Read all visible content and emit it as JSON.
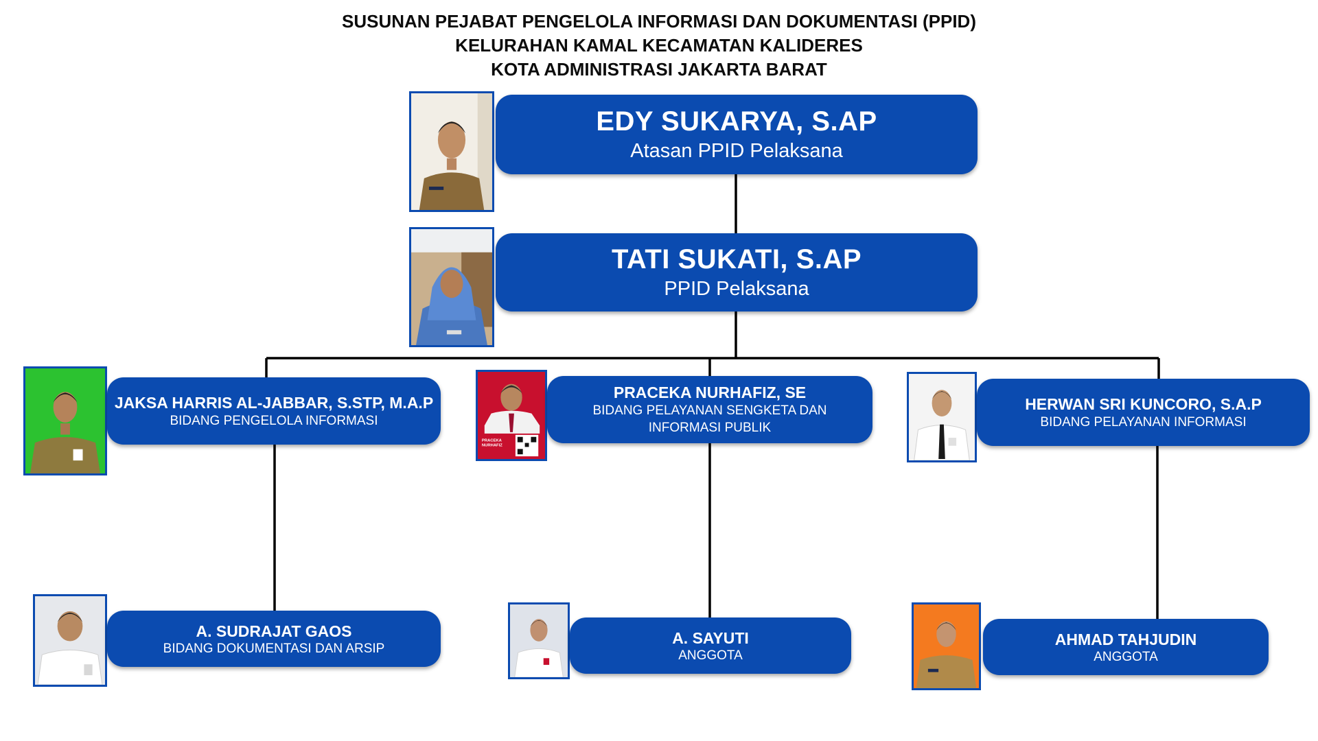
{
  "header": {
    "line1": "SUSUNAN PEJABAT PENGELOLA INFORMASI DAN DOKUMENTASI (PPID)",
    "line2": "KELURAHAN KAMAL KECAMATAN KALIDERES",
    "line3": "KOTA ADMINISTRASI JAKARTA BARAT"
  },
  "colors": {
    "box": "#0b4bb0",
    "text": "#ffffff",
    "connector": "#000000"
  },
  "members": {
    "atasan": {
      "name": "EDY SUKARYA, S.AP",
      "role": "Atasan PPID Pelaksana",
      "photo_bg": "#f2eee6",
      "attire": "#8a6a3a"
    },
    "pelaksana": {
      "name": "TATI SUKATI, S.AP",
      "role": "PPID Pelaksana",
      "photo_bg": "#c9b08e",
      "attire": "#4a78c0"
    },
    "jaksa": {
      "name": "JAKSA HARRIS AL-JABBAR, S.STP, M.A.P",
      "role": "BIDANG PENGELOLA INFORMASI",
      "photo_bg": "#2cc230",
      "attire": "#8e7a3e"
    },
    "praceka": {
      "name": "PRACEKA NURHAFIZ, SE",
      "role_line1": "BIDANG PELAYANAN SENGKETA DAN",
      "role_line2": "INFORMASI PUBLIK",
      "photo_bg": "#c8102e",
      "attire": "#f2f2f2",
      "photo_caption": "PRACEKA NURHAFIZ"
    },
    "herwan": {
      "name": "HERWAN SRI KUNCORO, S.A.P",
      "role": "BIDANG PELAYANAN INFORMASI",
      "photo_bg": "#f4f4f4",
      "attire": "#ffffff"
    },
    "sudrajat": {
      "name": "A. SUDRAJAT GAOS",
      "role": "BIDANG DOKUMENTASI DAN ARSIP",
      "photo_bg": "#e6e8ec",
      "attire": "#ffffff"
    },
    "sayuti": {
      "name": "A. SAYUTI",
      "role": "ANGGOTA",
      "photo_bg": "#dfe3ea",
      "attire": "#ffffff"
    },
    "ahmad": {
      "name": "AHMAD TAHJUDIN",
      "role": "ANGGOTA",
      "photo_bg": "#f47a1f",
      "attire": "#b08a4a"
    }
  }
}
